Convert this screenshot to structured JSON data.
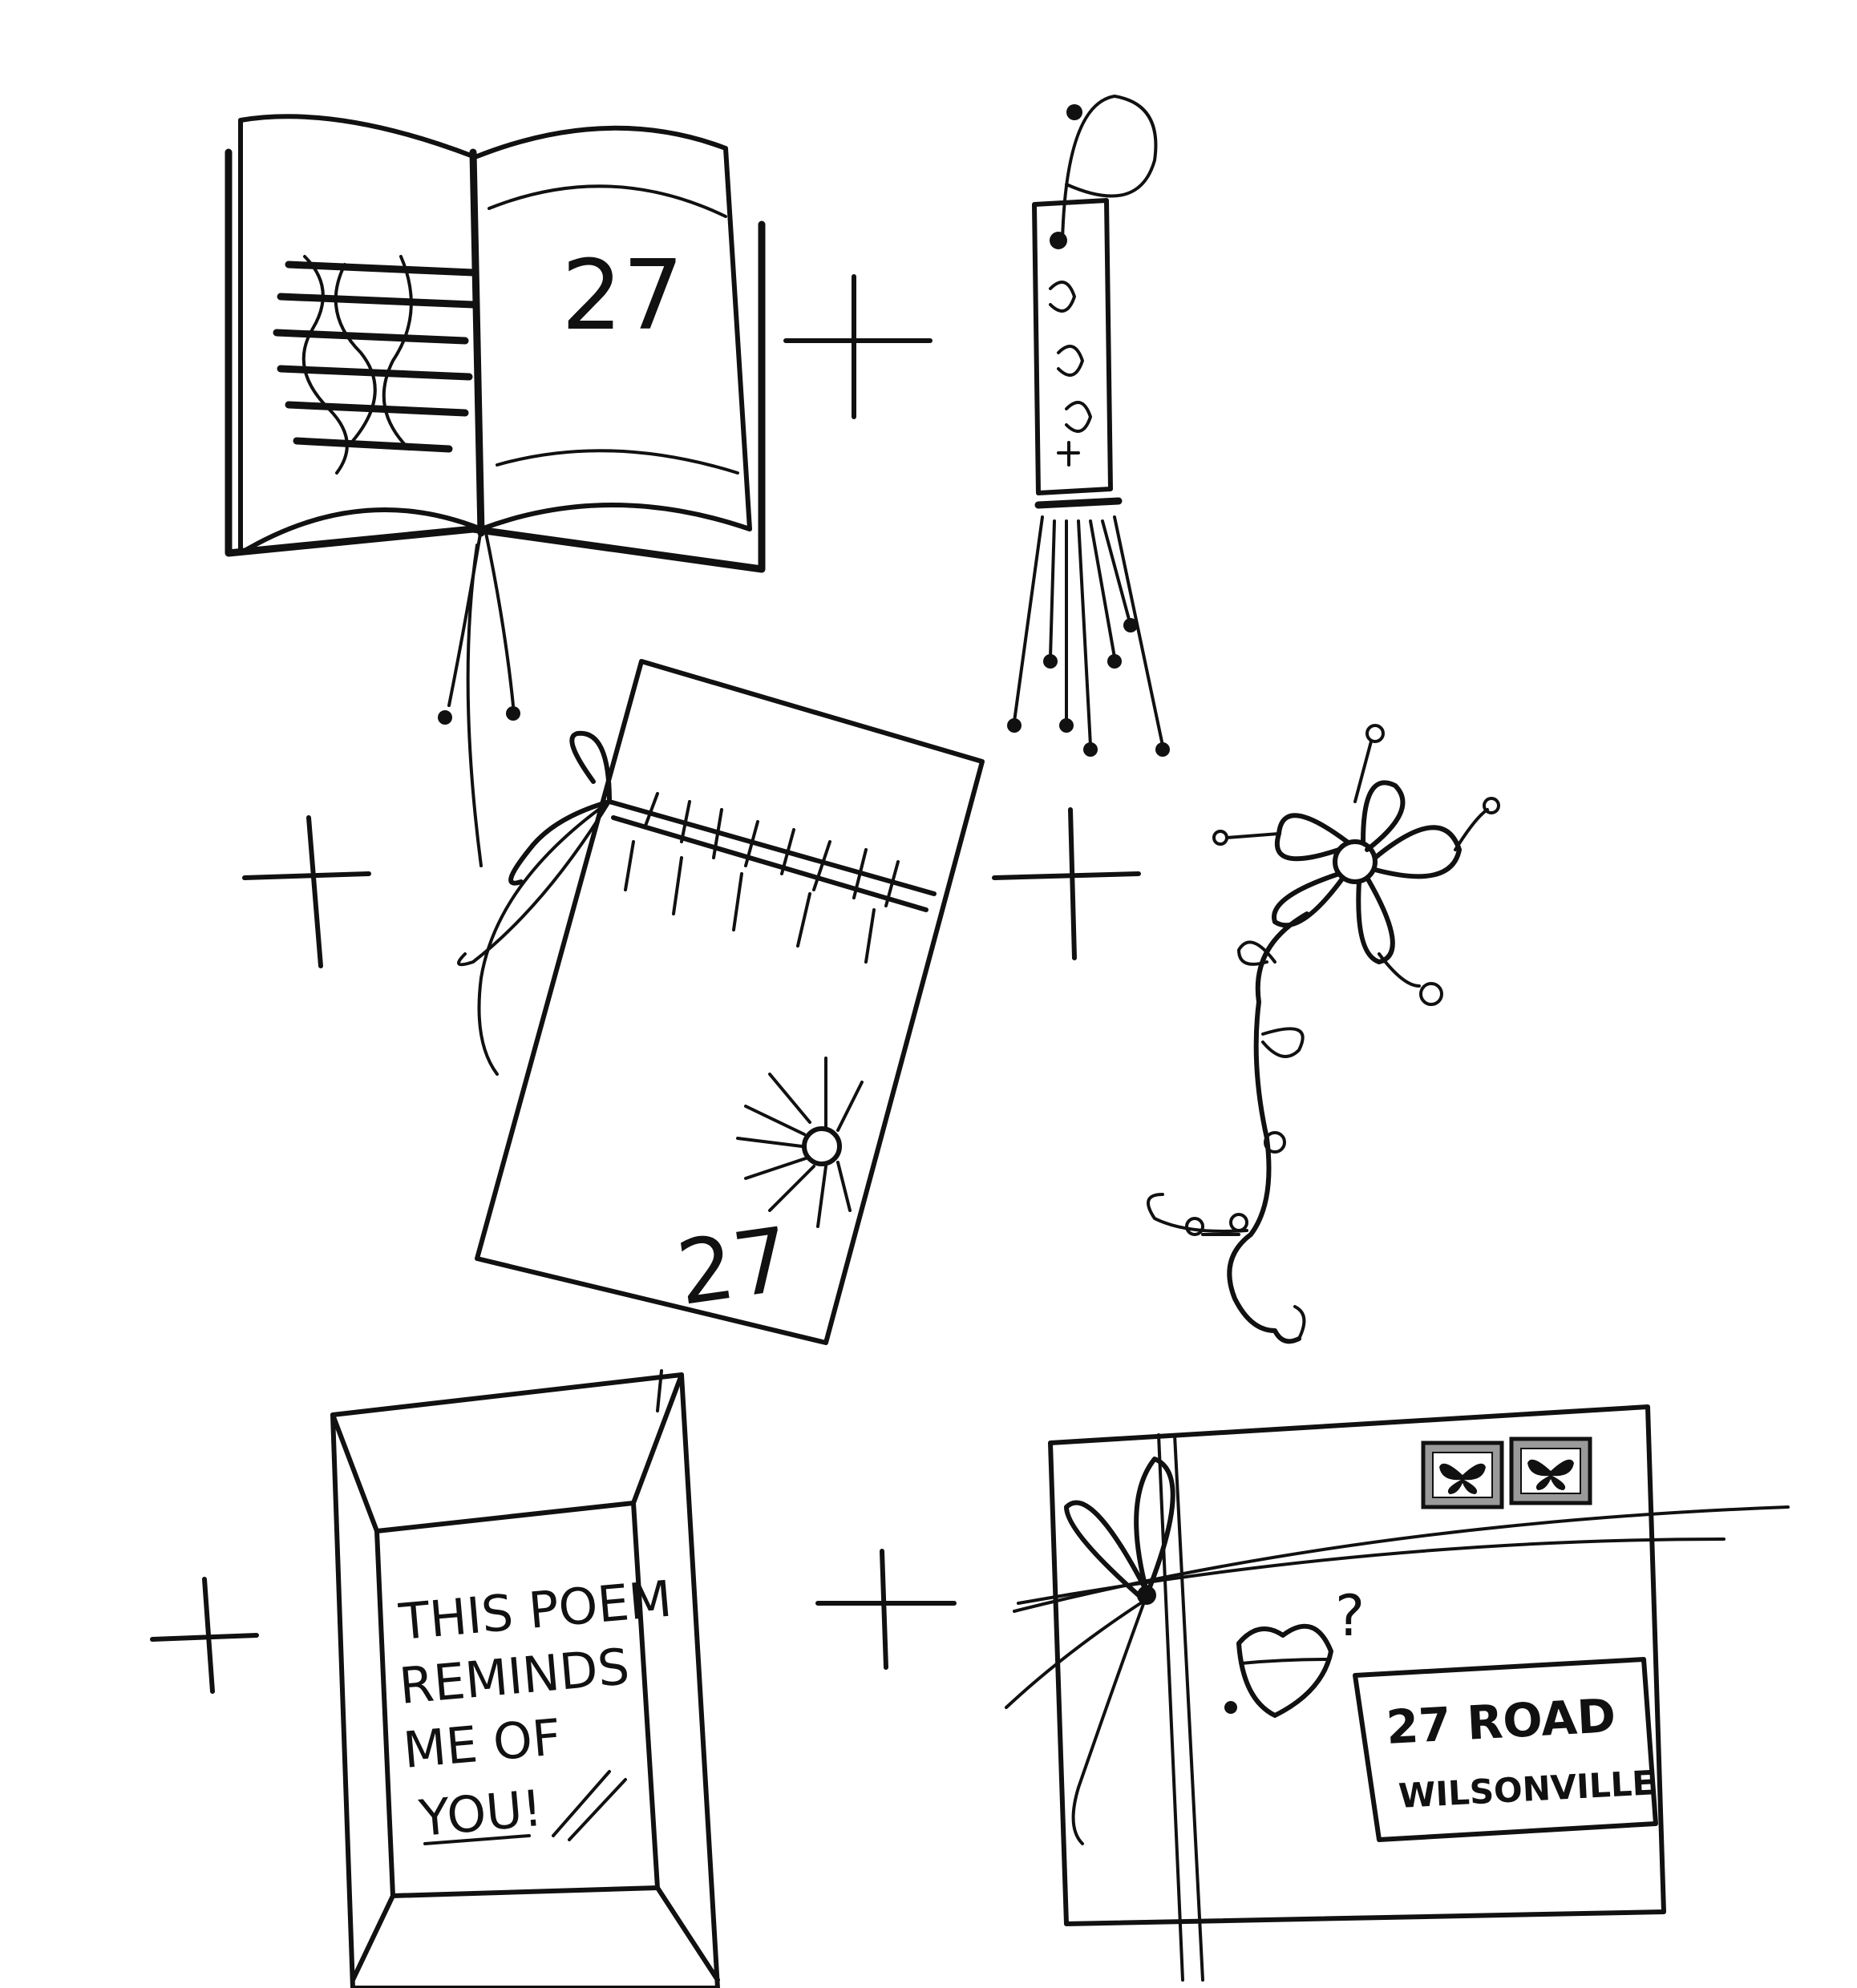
{
  "book": {
    "page_number": "27"
  },
  "pouch": {
    "label": "27"
  },
  "poem_card": {
    "lines": [
      "THIS POEM",
      "REMINDS",
      "ME OF",
      "YOU!"
    ]
  },
  "parcel": {
    "address_line1": "27 ROAD",
    "address_line2": "WILSONVILLE",
    "lips_mark": "?"
  },
  "colors": {
    "ink": "#111111",
    "paper": "#ffffff",
    "stamp": "#9a9a9a"
  },
  "icons": [
    "plus-icon",
    "butterfly-icon",
    "lips-icon",
    "flower-icon",
    "bookmark-icon"
  ]
}
